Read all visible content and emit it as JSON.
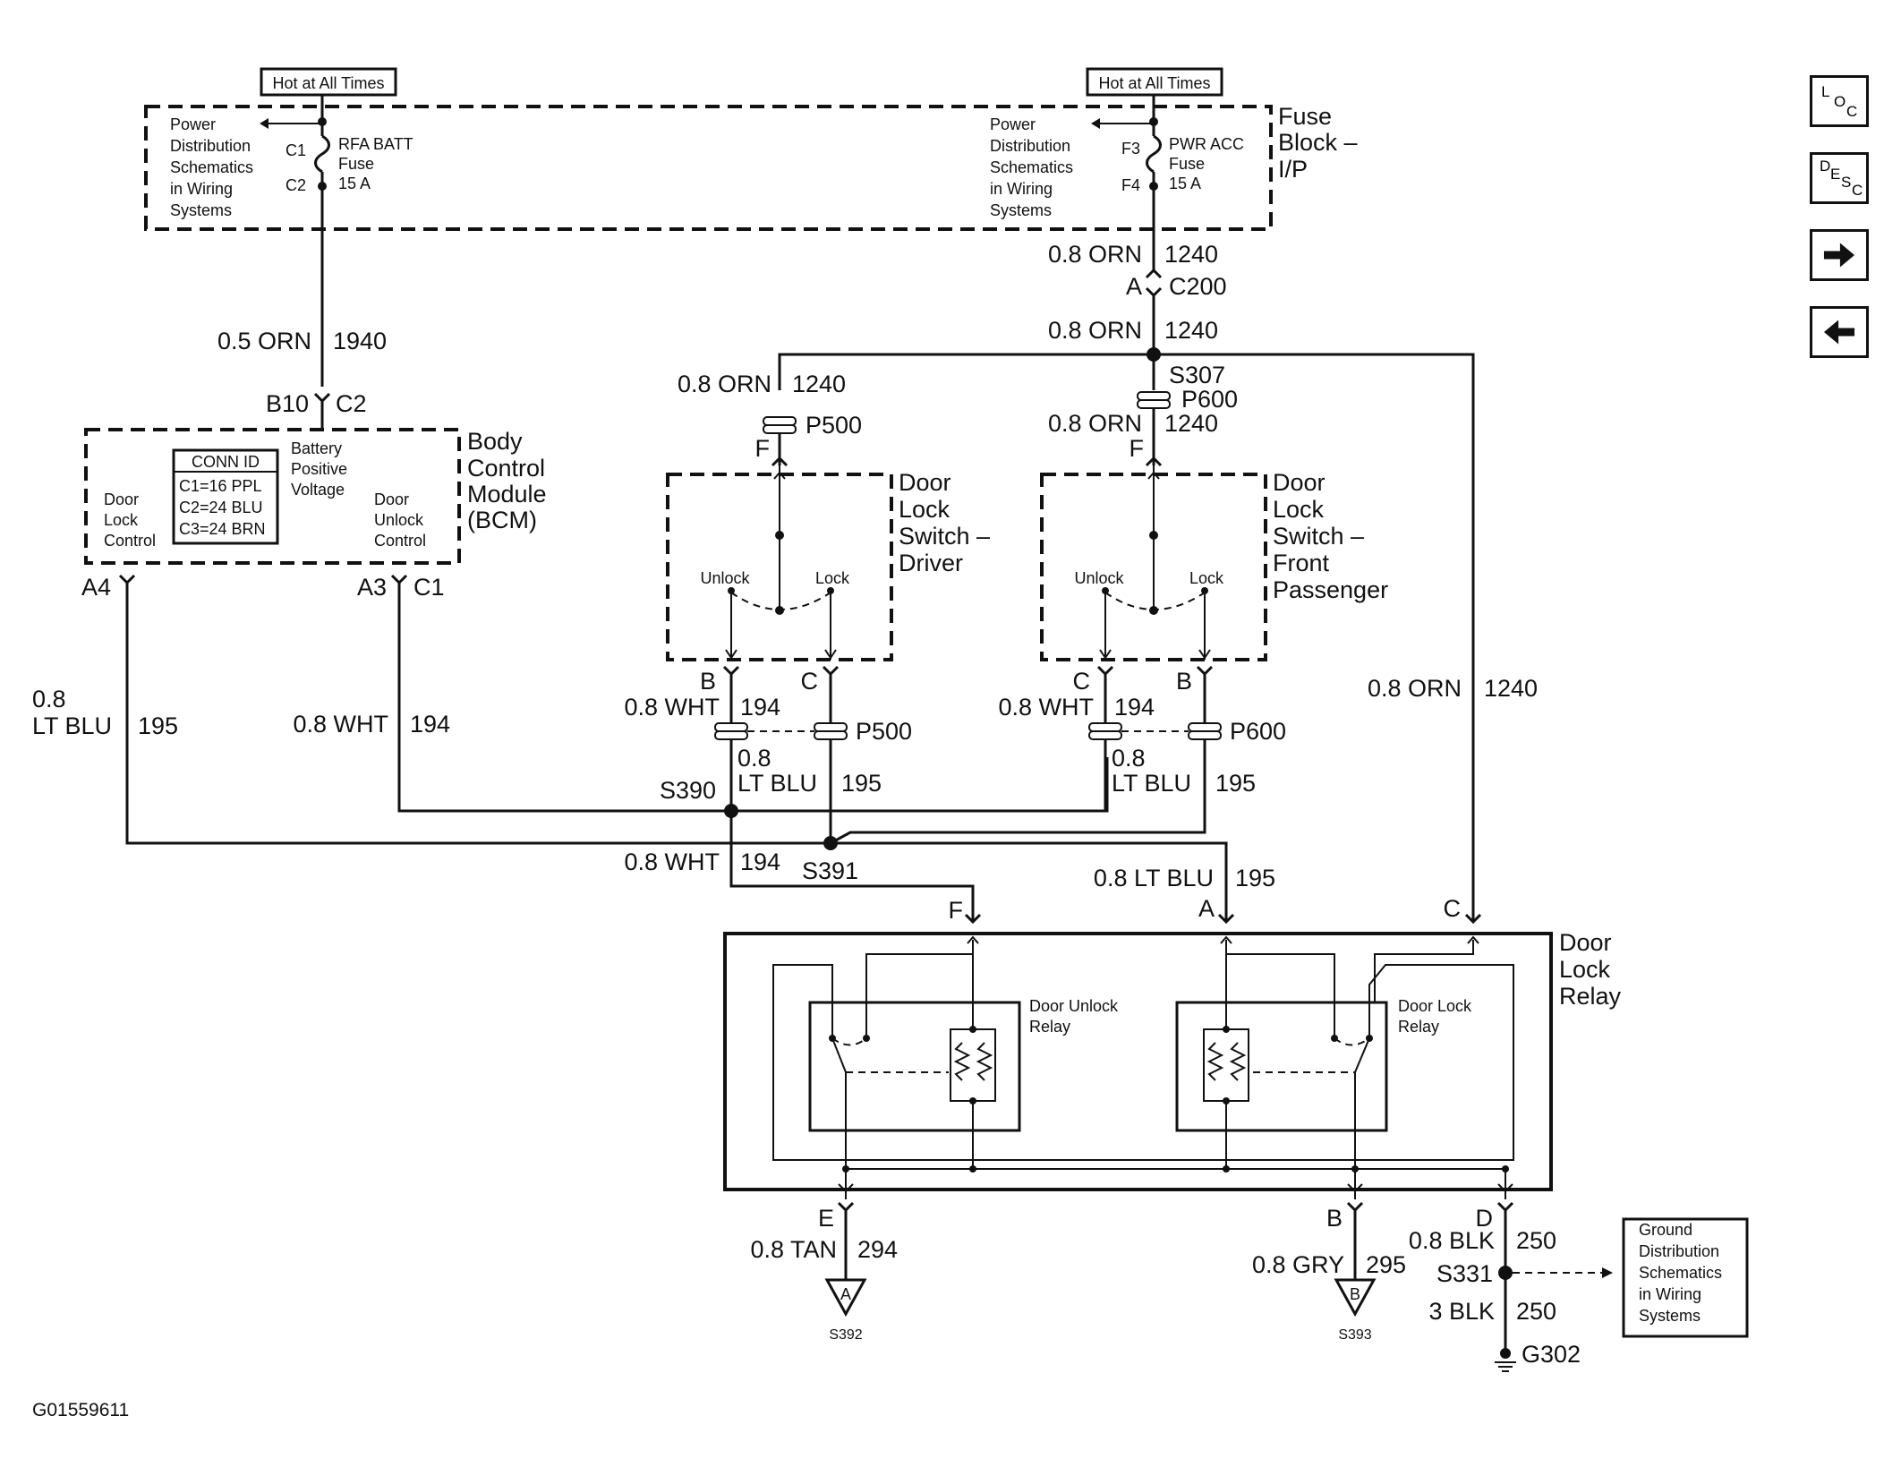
{
  "figure_id": "G01559611",
  "nav": {
    "loc": [
      "L",
      "O",
      "C"
    ],
    "desc": [
      "D",
      "E",
      "S",
      "C"
    ]
  },
  "power": {
    "left_tag": "Hot at All Times",
    "right_tag": "Hot at All Times",
    "pd_left": [
      "Power",
      "Distribution",
      "Schematics",
      "in Wiring",
      "Systems"
    ],
    "pd_right": [
      "Power",
      "Distribution",
      "Schematics",
      "in Wiring",
      "Systems"
    ],
    "fuse_left": {
      "top": "C1",
      "bottom": "C2",
      "name": [
        "RFA BATT",
        "Fuse",
        "15 A"
      ]
    },
    "fuse_right": {
      "top": "F3",
      "bottom": "F4",
      "name": [
        "PWR ACC",
        "Fuse",
        "15 A"
      ]
    },
    "fuse_block": [
      "Fuse",
      "Block –",
      "I/P"
    ]
  },
  "bcm": {
    "title": [
      "Body",
      "Control",
      "Module",
      "(BCM)"
    ],
    "conn_header": "CONN ID",
    "conn_rows": [
      "C1=16 PPL",
      "C2=24 BLU",
      "C3=24 BRN"
    ],
    "battery": [
      "Battery",
      "Positive",
      "Voltage"
    ],
    "lock": [
      "Door",
      "Lock",
      "Control"
    ],
    "unlock": [
      "Door",
      "Unlock",
      "Control"
    ],
    "pin_b10": "B10",
    "pin_c2": "C2",
    "pin_a4": "A4",
    "pin_a3": "A3",
    "pin_c1": "C1"
  },
  "wires": {
    "w1940_size": "0.5 ORN",
    "w1940_num": "1940",
    "w1240a_size": "0.8 ORN",
    "w1240a_num": "1240",
    "c200_pin": "A",
    "c200": "C200",
    "w1240b_size": "0.8 ORN",
    "w1240b_num": "1240",
    "s307": "S307",
    "p600_top": "P600",
    "w1240c_size": "0.8 ORN",
    "w1240c_num": "1240",
    "w1240d_size": "0.8 ORN",
    "w1240d_num": "1240",
    "p500_top": "P500",
    "w1240r_size": "0.8 ORN",
    "w1240r_num": "1240",
    "w195l_size": [
      "0.8",
      "LT BLU"
    ],
    "w195l_num": "195",
    "w194l_size": "0.8 WHT",
    "w194l_num": "194",
    "drv_194_size": "0.8 WHT",
    "drv_194_num": "194",
    "drv_195_size": [
      "0.8",
      "LT BLU"
    ],
    "drv_195_num": "195",
    "p500_mid": "P500",
    "pas_194_size": "0.8 WHT",
    "pas_194_num": "194",
    "pas_195_size": [
      "0.8",
      "LT BLU"
    ],
    "pas_195_num": "195",
    "p600_mid": "P600",
    "s390": "S390",
    "s391": "S391",
    "w194b_size": "0.8 WHT",
    "w194b_num": "194",
    "w195b_size": "0.8 LT BLU",
    "w195b_num": "195",
    "w294_size": "0.8 TAN",
    "w294_num": "294",
    "w295_size": "0.8 GRY",
    "w295_num": "295",
    "w250a_size": "0.8 BLK",
    "w250a_num": "250",
    "s331": "S331",
    "w250b_size": "3 BLK",
    "w250b_num": "250",
    "g302": "G302",
    "s392": "S392",
    "s393": "S393",
    "tri_a": "A",
    "tri_b": "B"
  },
  "switches": {
    "driver_title": [
      "Door",
      "Lock",
      "Switch –",
      "Driver"
    ],
    "passenger_title": [
      "Door",
      "Lock",
      "Switch –",
      "Front",
      "Passenger"
    ],
    "unlock": "Unlock",
    "lock": "Lock",
    "drv_top_pin": "F",
    "drv_pin_b": "B",
    "drv_pin_c": "C",
    "pas_top_pin": "F",
    "pas_pin_c": "C",
    "pas_pin_b": "B"
  },
  "relay": {
    "title": [
      "Door",
      "Lock",
      "Relay"
    ],
    "unlock_relay": [
      "Door Unlock",
      "Relay"
    ],
    "lock_relay": [
      "Door Lock",
      "Relay"
    ],
    "pin_f": "F",
    "pin_a": "A",
    "pin_c": "C",
    "pin_e": "E",
    "pin_b": "B",
    "pin_d": "D"
  },
  "ground_box": [
    "Ground",
    "Distribution",
    "Schematics",
    "in Wiring",
    "Systems"
  ]
}
